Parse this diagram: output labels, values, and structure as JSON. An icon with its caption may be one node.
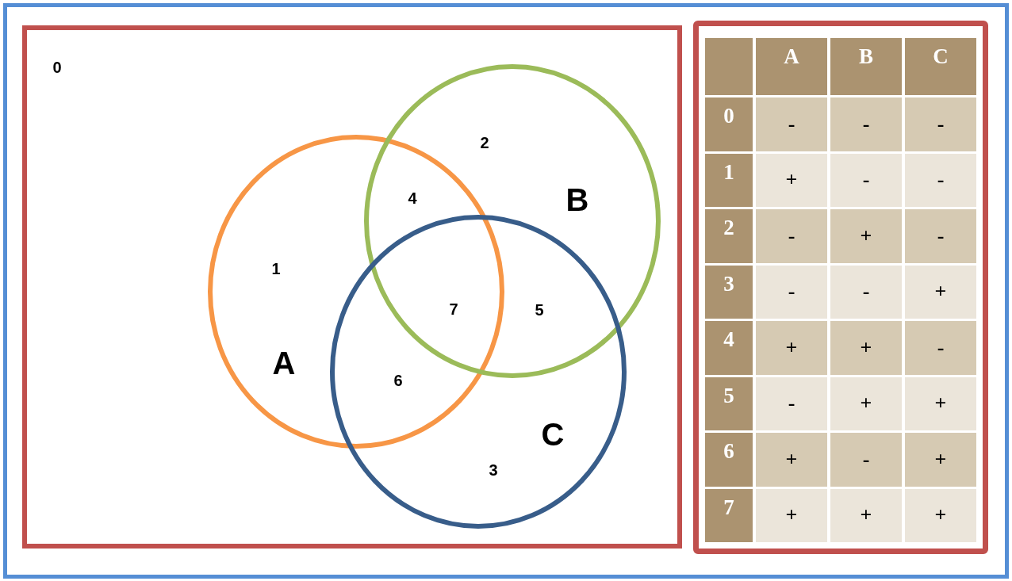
{
  "diagram": {
    "nodes": [
      {
        "text": [
          "0"
        ]
      },
      {
        "text": [
          "A"
        ],
        "in": 0
      },
      {
        "text": [
          "B"
        ],
        "in": 0
      },
      {
        "text": [
          "C"
        ],
        "in": 0
      }
    ],
    "labels": [
      "2",
      "4",
      "1",
      "7",
      "5",
      "6",
      "3",
      "A",
      "B",
      "C",
      "0",
      "-",
      "-",
      "-",
      "1",
      "+",
      "-",
      "-",
      "2",
      "-",
      "+",
      "-",
      "3",
      "-",
      "-",
      "+",
      "4",
      "+",
      "+",
      "-",
      "5",
      "-",
      "+",
      "+",
      "6",
      "+",
      "-",
      "+",
      "7",
      "+",
      "+",
      "+"
    ]
  }
}
